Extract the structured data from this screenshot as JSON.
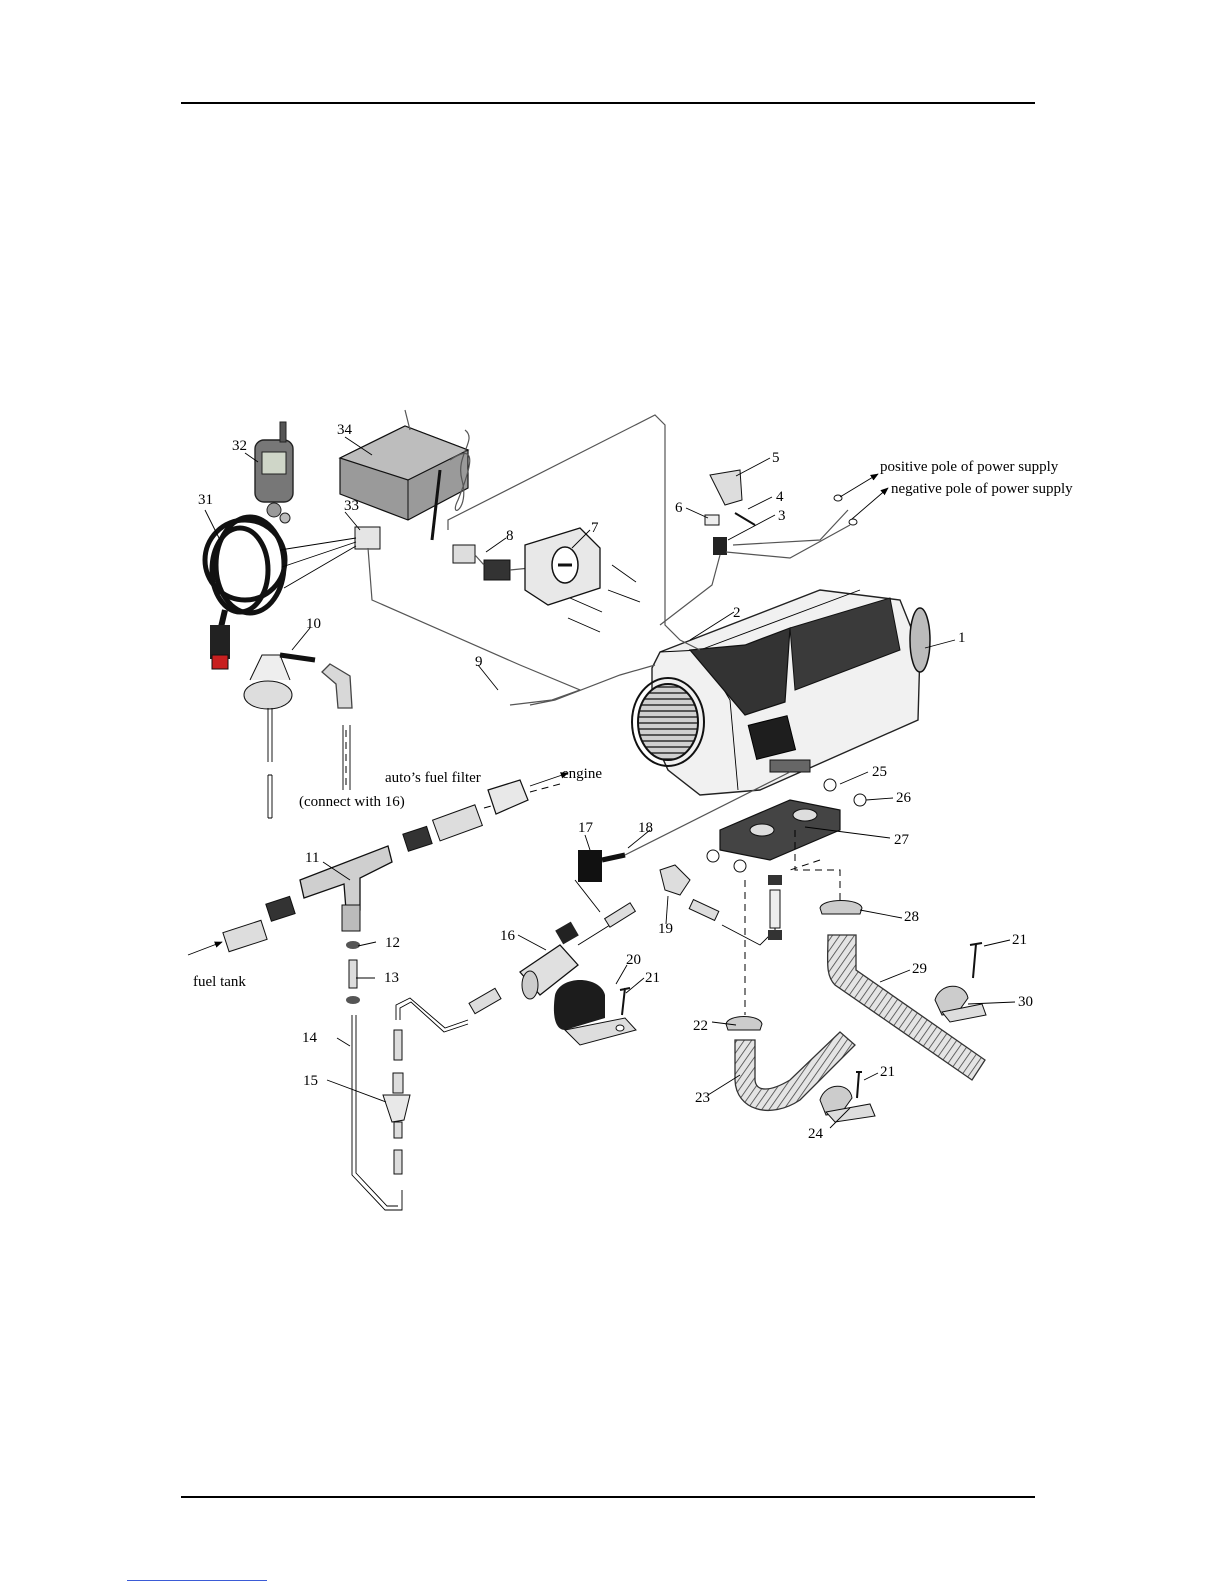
{
  "labels": {
    "n1": "1",
    "n2": "2",
    "n3": "3",
    "n4": "4",
    "n5": "5",
    "n6": "6",
    "n7": "7",
    "n8": "8",
    "n9": "9",
    "n10": "10",
    "n11": "11",
    "n12": "12",
    "n13": "13",
    "n14": "14",
    "n15": "15",
    "n16": "16",
    "n17": "17",
    "n18": "18",
    "n19": "19",
    "n20": "20",
    "n21a": "21",
    "n21b": "21",
    "n21c": "21",
    "n22": "22",
    "n23": "23",
    "n24": "24",
    "n25": "25",
    "n26": "26",
    "n27": "27",
    "n28": "28",
    "n29": "29",
    "n30": "30",
    "n31": "31",
    "n32": "32",
    "n33": "33",
    "n34": "34"
  },
  "annotations": {
    "positive": "positive pole of power supply",
    "negative": "negative pole of power supply",
    "fuel_filter": "auto’s fuel filter",
    "engine": "engine",
    "connect16": "(connect with 16)",
    "fuel_tank": "fuel tank"
  }
}
